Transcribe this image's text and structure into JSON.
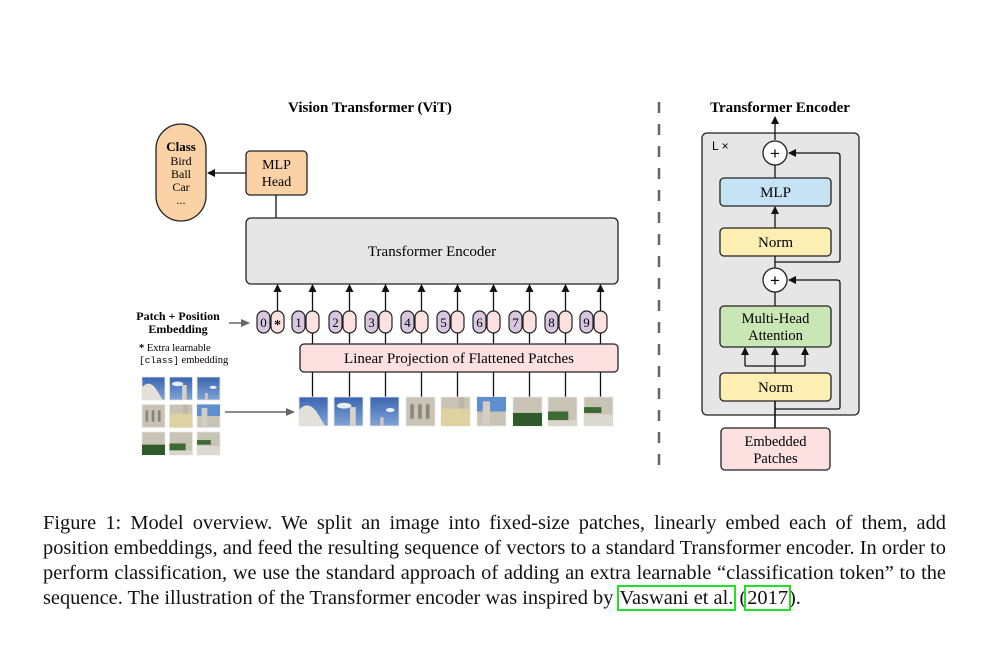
{
  "vit": {
    "title": "Vision Transformer (ViT)",
    "class_box": {
      "heading": "Class",
      "items": [
        "Bird",
        "Ball",
        "Car",
        "..."
      ]
    },
    "mlp_head": [
      "MLP",
      "Head"
    ],
    "encoder_label": "Transformer Encoder",
    "patch_position_label": [
      "Patch + Position",
      "Embedding"
    ],
    "extra_note": {
      "star": "*",
      "line1": "Extra learnable",
      "mono": "[class]",
      "line2_rest": " embedding"
    },
    "tokens": [
      "0",
      "1",
      "2",
      "3",
      "4",
      "5",
      "6",
      "7",
      "8",
      "9"
    ],
    "class_token_marker": "*",
    "linear_projection": "Linear Projection of Flattened Patches",
    "patch_grid_rows": 3,
    "patch_grid_cols": 3,
    "patch_count": 9
  },
  "encoder_detail": {
    "title": "Transformer Encoder",
    "repeat_label": "L ×",
    "mlp": "MLP",
    "norm_top": "Norm",
    "attention": [
      "Multi-Head",
      "Attention"
    ],
    "norm_bottom": "Norm",
    "input": [
      "Embedded",
      "Patches"
    ],
    "add_symbol": "+"
  },
  "colors": {
    "class_fill": "#fbd2a6",
    "mlp_head_fill": "#fbd2a6",
    "encoder_fill": "#e6e6e6",
    "projection_fill": "#fde0e0",
    "token_purple": "#d9c6e0",
    "token_pink": "#fde0e0",
    "mlp_fill": "#c6e3f5",
    "norm_fill": "#fdeeb4",
    "attention_fill": "#c9e7b5",
    "embedded_fill": "#fde0e0",
    "panel_fill": "#e6e6e6",
    "citation_outline": "#22e022"
  },
  "caption": {
    "text_before": "Figure 1: Model overview. We split an image into fixed-size patches, linearly embed each of them, add position embeddings, and feed the resulting sequence of vectors to a standard Transformer encoder. In order to perform classification, we use the standard approach of adding an extra learnable “classification token” to the sequence. The illustration of the Transformer encoder was inspired by ",
    "ref_author": "Vaswani et al.",
    "ref_open": " (",
    "ref_year": "2017",
    "ref_close": ")."
  }
}
